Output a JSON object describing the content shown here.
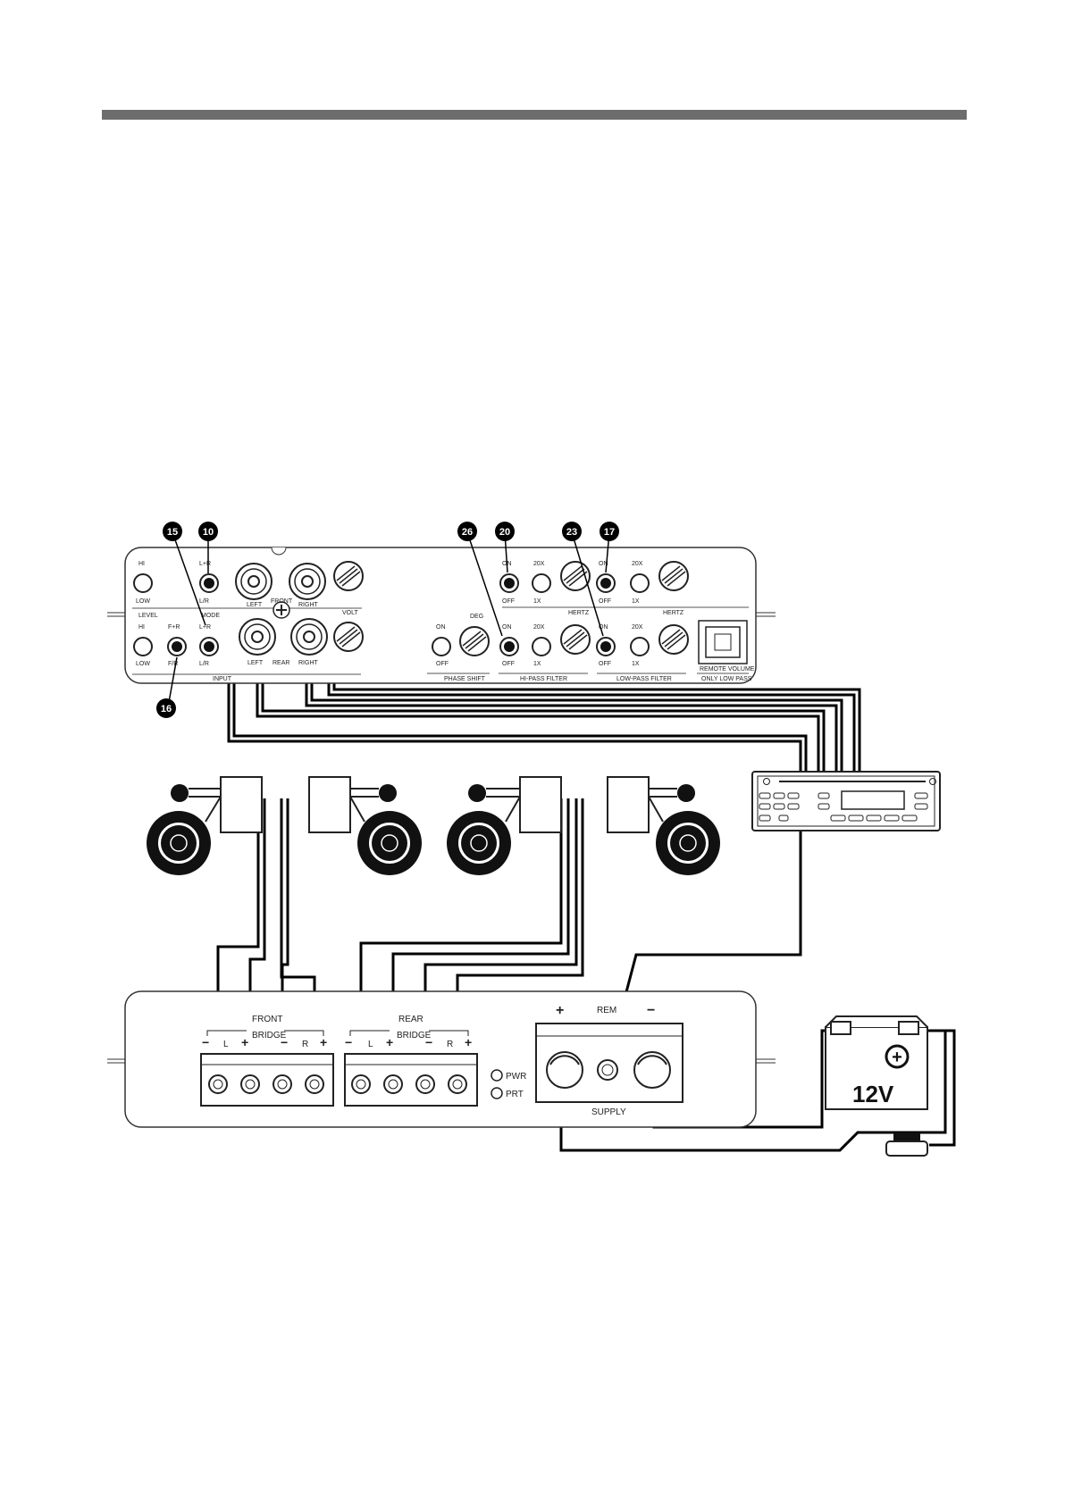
{
  "callouts": [
    "15",
    "10",
    "26",
    "20",
    "23",
    "17",
    "16"
  ],
  "head_unit_panel": {
    "hi": "HI",
    "low": "LOW",
    "lr_plus": "L+R",
    "lr": "L/R",
    "level": "LEVEL",
    "mode": "MODE",
    "fr": "F+R",
    "fr_sub": "F/R",
    "input": "INPUT",
    "left": "LEFT",
    "front": "FRONT",
    "right": "RIGHT",
    "rear": "REAR",
    "volt": "VOLT",
    "deg": "DEG",
    "on": "ON",
    "off": "OFF",
    "x20": "20X",
    "x1": "1X",
    "hertz": "HERTZ",
    "phase_shift": "PHASE SHIFT",
    "hipass": "HI-PASS FILTER",
    "lowpass": "LOW-PASS FILTER",
    "remote_volume": "REMOTE VOLUME",
    "only_low_pass": "ONLY LOW PASS"
  },
  "power_panel": {
    "front": "FRONT",
    "rear": "REAR",
    "bridge": "BRIDGE",
    "minus": "−",
    "plus": "+",
    "l": "L",
    "r": "R",
    "pwr": "PWR",
    "prt": "PRT",
    "rem": "REM",
    "supply": "SUPPLY"
  },
  "battery_label": "12V",
  "battery_plus": "+"
}
